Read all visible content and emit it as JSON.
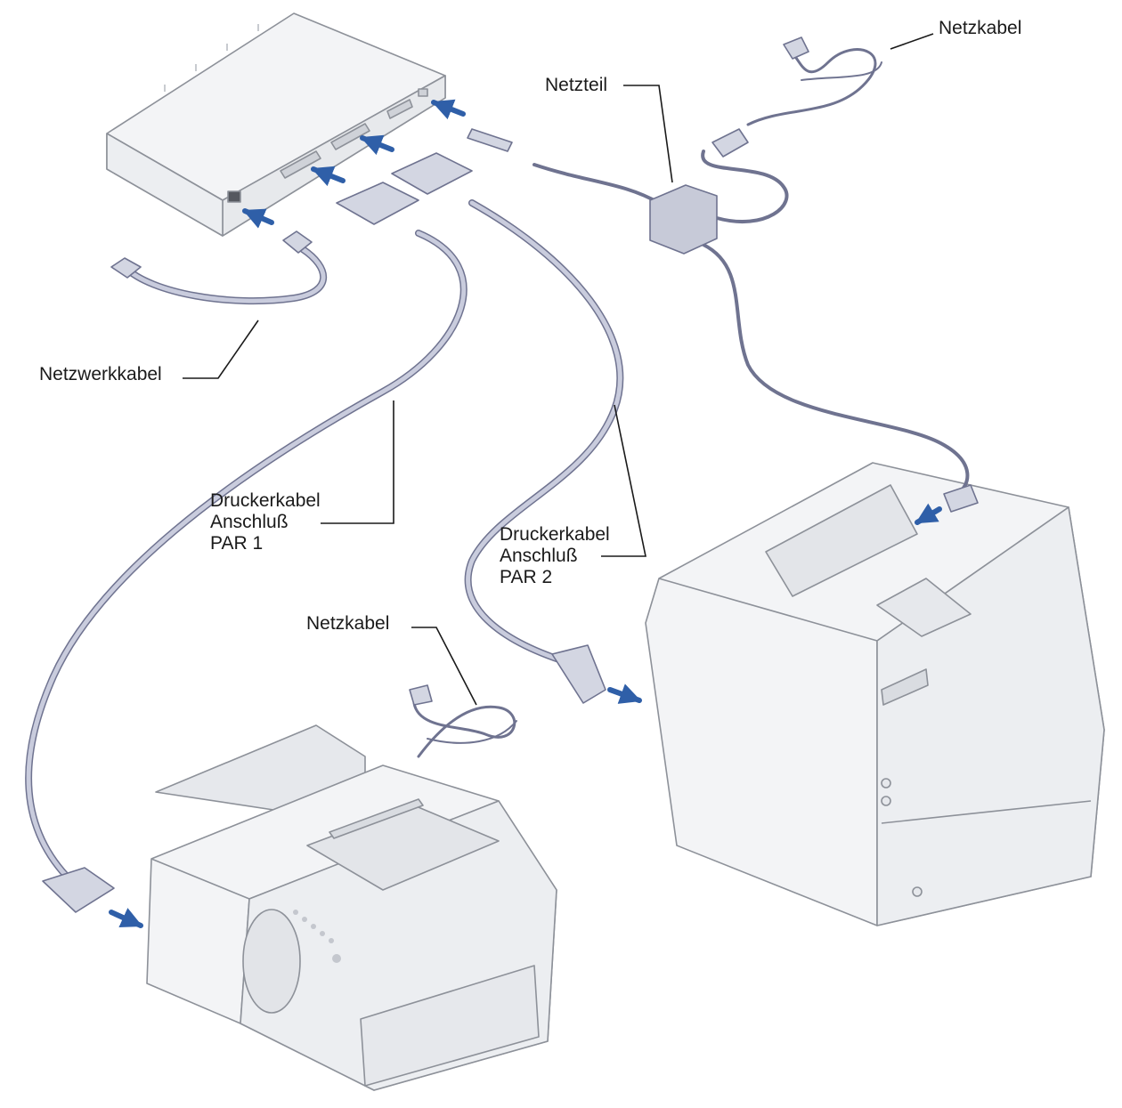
{
  "colors": {
    "device_fill": "#f3f4f6",
    "device_stroke": "#8d9199",
    "cable": "#c9ccdd",
    "cable_stroke": "#6f7390",
    "arrow": "#2f5fa8",
    "leader": "#1a1a1a"
  },
  "labels": {
    "netzkabel_top": "Netzkabel",
    "netzteil": "Netzteil",
    "netzwerkkabel": "Netzwerkkabel",
    "par1": {
      "line1": "Druckerkabel",
      "line2": "Anschluß",
      "line3": "PAR 1"
    },
    "par2": {
      "line1": "Druckerkabel",
      "line2": "Anschluß",
      "line3": "PAR 2"
    },
    "netzkabel_bottom": "Netzkabel"
  }
}
